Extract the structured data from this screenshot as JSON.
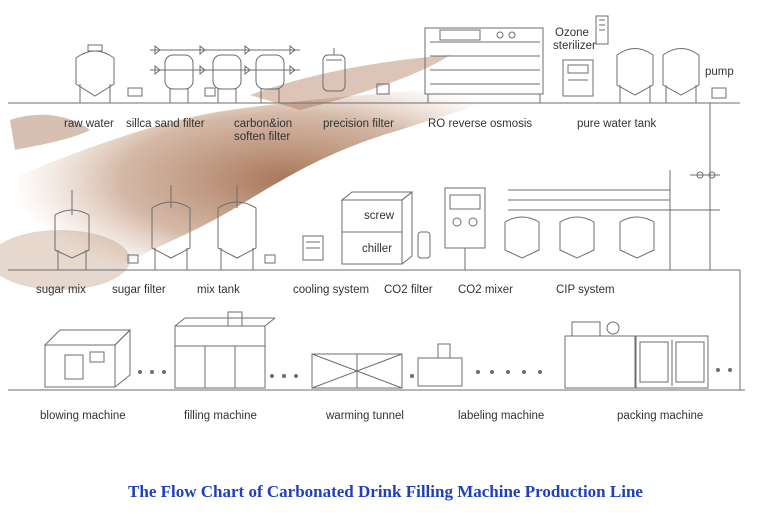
{
  "labels": {
    "raw_water": "raw water",
    "silica_sand_filter": "sillca sand filter",
    "carbon_ion": "carbon&ion",
    "soften_filter": "soften filter",
    "precision_filter": "precision filter",
    "ro": "RO reverse osmosis",
    "ozone": "Ozone",
    "sterilizer": "sterilizer",
    "pure_water_tank": "pure water tank",
    "pump": "pump",
    "sugar_mix": "sugar mix",
    "sugar_filter": "sugar filter",
    "mix_tank": "mix tank",
    "cooling_system": "cooling system",
    "screw": "screw",
    "chiller": "chiller",
    "co2_filter": "CO2 filter",
    "co2_mixer": "CO2 mixer",
    "cip_system": "CIP system",
    "blowing_machine": "blowing machine",
    "filling_machine": "filling machine",
    "warming_tunnel": "warming tunnel",
    "labeling_machine": "labeling machine",
    "packing_machine": "packing machine"
  },
  "caption": "The Flow Chart of Carbonated Drink  Filling Machine Production Line",
  "colors": {
    "line": "#6d6d6d",
    "caption": "#1f3fbf",
    "watermark": "#8c4a22"
  }
}
